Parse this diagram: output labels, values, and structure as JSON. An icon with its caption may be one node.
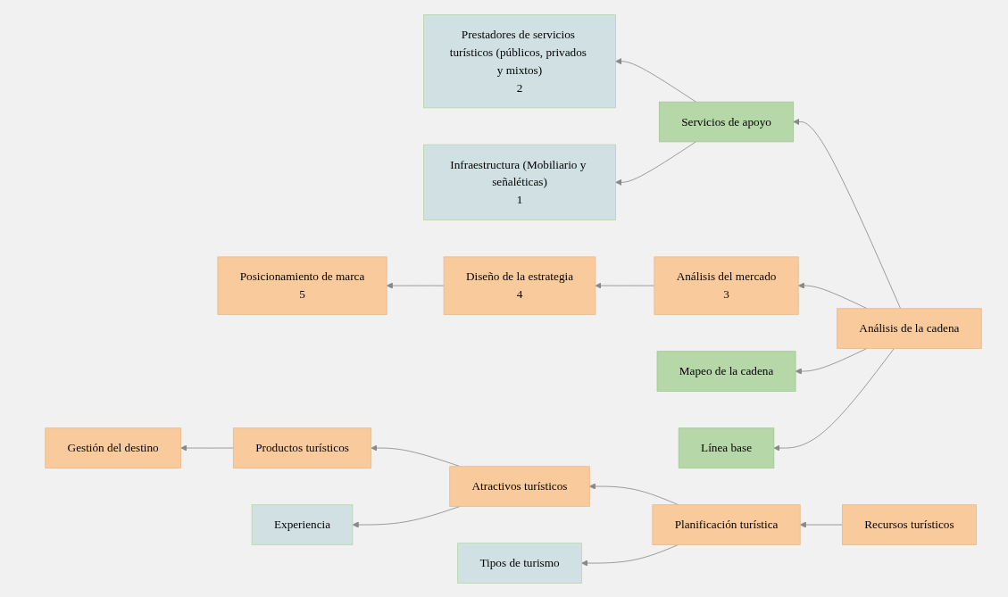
{
  "diagram": {
    "nodes": [
      {
        "text": [
          "Prestadores de servicios turísticos (públicos, privados y mixtos)",
          "2"
        ]
      },
      {
        "text": [
          "Infraestructura (Mobiliario y señaléticas)",
          "1"
        ]
      },
      {
        "text": [
          "Diseño de la estrategia",
          "4"
        ]
      },
      {
        "text": [
          "Análisis del mercado",
          "3"
        ]
      },
      {
        "text": [
          "Servicios de apoyo"
        ]
      },
      {
        "text": [
          "Posicionamiento de marca",
          "5"
        ]
      },
      {
        "text": [
          "Análisis de la cadena"
        ]
      },
      {
        "text": [
          "Mapeo de la cadena"
        ]
      },
      {
        "text": [
          "Línea base"
        ]
      },
      {
        "text": [
          "Gestión del destino"
        ]
      },
      {
        "text": [
          "Productos turísticos"
        ]
      },
      {
        "text": [
          "Atractivos turísticos"
        ]
      },
      {
        "text": [
          "Planificación turística"
        ]
      },
      {
        "text": [
          "Recursos turísticos"
        ]
      },
      {
        "text": [
          "Experiencia"
        ]
      },
      {
        "text": [
          "Tipos de turismo"
        ]
      }
    ],
    "edges": [
      {
        "from": 4,
        "to": 0,
        "arrow": "to"
      },
      {
        "from": 4,
        "to": 1,
        "arrow": "to"
      },
      {
        "from": 3,
        "to": 2,
        "arrow": "to"
      },
      {
        "from": 2,
        "to": 5,
        "arrow": "to"
      },
      {
        "from": 6,
        "to": 3,
        "arrow": "to"
      },
      {
        "from": 6,
        "to": 4,
        "arrow": "to"
      },
      {
        "from": 6,
        "to": 7,
        "arrow": "to"
      },
      {
        "from": 6,
        "to": 8,
        "arrow": "to"
      },
      {
        "from": 13,
        "to": 12,
        "arrow": "to"
      },
      {
        "from": 12,
        "to": 11,
        "arrow": "to"
      },
      {
        "from": 11,
        "to": 10,
        "arrow": "to"
      },
      {
        "from": 10,
        "to": 9,
        "arrow": "to"
      },
      {
        "from": 11,
        "to": 14,
        "arrow": "to"
      },
      {
        "from": 12,
        "to": 15,
        "arrow": "to"
      }
    ]
  }
}
